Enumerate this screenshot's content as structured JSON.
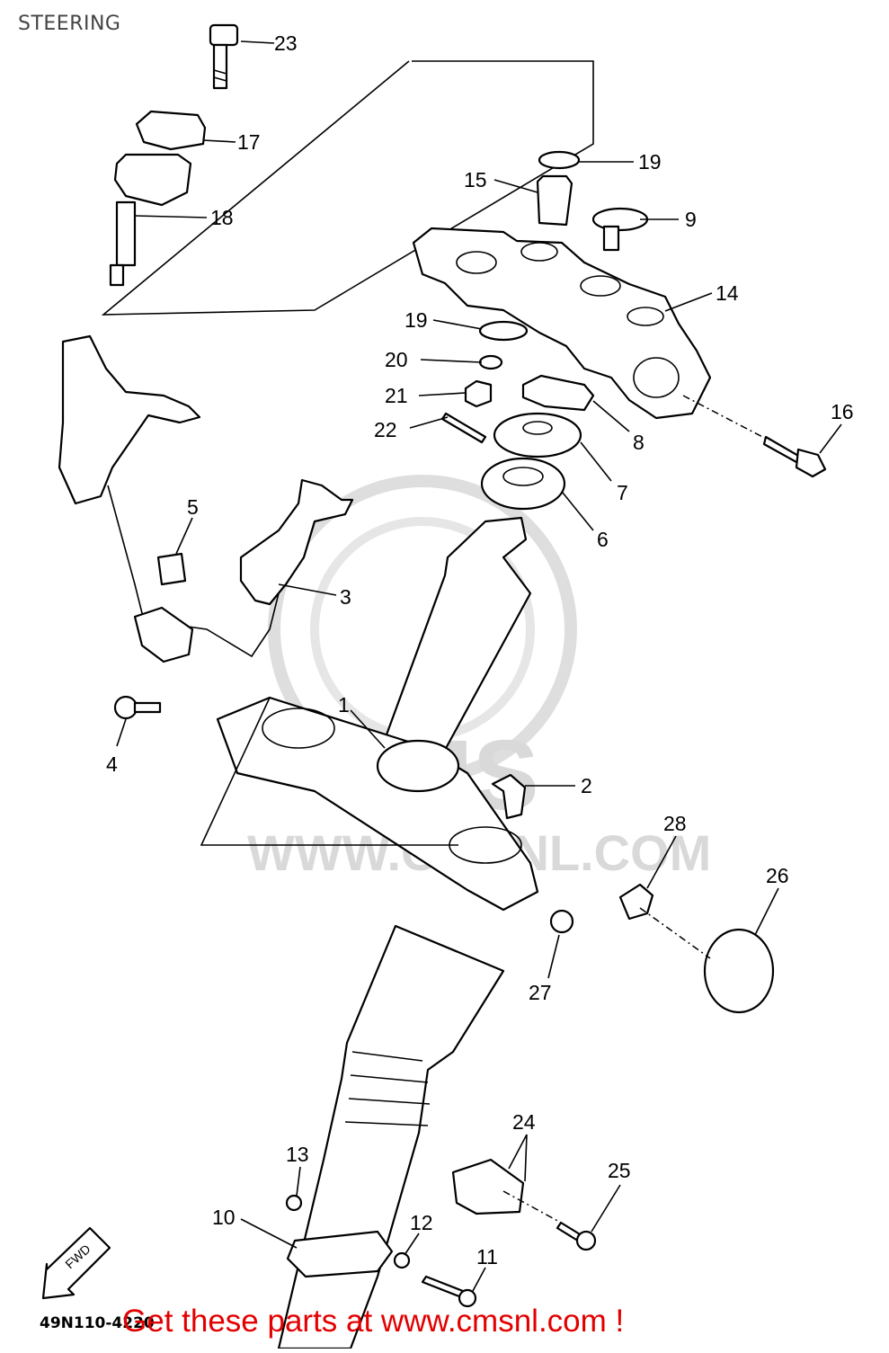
{
  "title": "STEERING",
  "diagram_code": "49N110-4220",
  "promo_text": "Get these parts at www.cmsnl.com !",
  "watermark": {
    "brand": "CMS",
    "url": "WWW.CMSNL.COM"
  },
  "fwd_label": "FWD",
  "callouts": {
    "c1": "1",
    "c2": "2",
    "c3": "3",
    "c4": "4",
    "c5": "5",
    "c6": "6",
    "c7": "7",
    "c8": "8",
    "c9": "9",
    "c10": "10",
    "c11": "11",
    "c12": "12",
    "c13": "13",
    "c14": "14",
    "c15": "15",
    "c16": "16",
    "c17": "17",
    "c18": "18",
    "c19a": "19",
    "c19b": "19",
    "c20": "20",
    "c21": "21",
    "c22": "22",
    "c23": "23",
    "c24": "24",
    "c25": "25",
    "c26": "26",
    "c27": "27",
    "c28": "28"
  },
  "colors": {
    "promo": "#e30000",
    "line": "#000000",
    "watermark": "#d9d9d9"
  }
}
